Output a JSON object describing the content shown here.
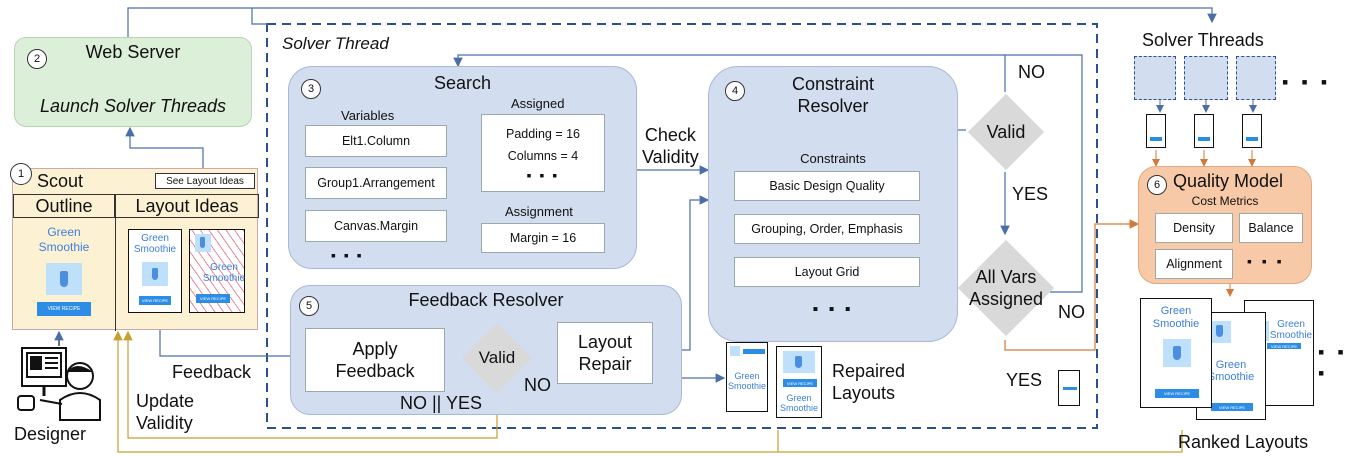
{
  "solver_thread": {
    "title": "Solver Thread"
  },
  "web_server": {
    "num": "2",
    "title": "Web Server",
    "subtitle": "Launch Solver Threads"
  },
  "scout": {
    "num": "1",
    "title": "Scout",
    "see_button": "See Layout Ideas",
    "outline_tab": "Outline",
    "ideas_tab": "Layout Ideas"
  },
  "smoothie": {
    "line1": "Green",
    "line2": "Smoothie",
    "button": "VIEW RECIPE"
  },
  "designer": {
    "label": "Designer"
  },
  "search": {
    "num": "3",
    "title": "Search",
    "variables_label": "Variables",
    "variables": [
      "Elt1.Column",
      "Group1.Arrangement",
      "Canvas.Margin"
    ],
    "assigned_label": "Assigned",
    "assigned": [
      "Padding = 16",
      "Columns = 4"
    ],
    "assignment_label": "Assignment",
    "assignment": "Margin = 16",
    "ellipsis": "▪ ▪ ▪"
  },
  "check_validity": {
    "line1": "Check",
    "line2": "Validity"
  },
  "constraint_resolver": {
    "num": "4",
    "title_line1": "Constraint",
    "title_line2": "Resolver",
    "constraints_label": "Constraints",
    "constraints": [
      "Basic Design Quality",
      "Grouping, Order, Emphasis",
      "Layout Grid"
    ],
    "ellipsis": "▪ ▪ ▪"
  },
  "valid_diamond": "Valid",
  "allvars_diamond": {
    "line1": "All Vars",
    "line2": "Assigned"
  },
  "labels": {
    "no_top": "NO",
    "yes_mid": "YES",
    "no_right": "NO",
    "yes_bottom": "YES",
    "feedback": "Feedback",
    "update_line1": "Update",
    "update_line2": "Validity",
    "no_or_yes": "NO || YES",
    "no_fb": "NO",
    "repaired_line1": "Repaired",
    "repaired_line2": "Layouts",
    "ranked": "Ranked Layouts",
    "solver_threads": "Solver Threads",
    "dots": "▪ ▪ ▪"
  },
  "feedback_resolver": {
    "num": "5",
    "title": "Feedback Resolver",
    "apply_line1": "Apply",
    "apply_line2": "Feedback",
    "valid": "Valid",
    "repair_line1": "Layout",
    "repair_line2": "Repair"
  },
  "quality_model": {
    "num": "6",
    "title": "Quality Model",
    "subtitle": "Cost Metrics",
    "metrics": [
      "Density",
      "Balance",
      "Alignment"
    ],
    "ellipsis": "▪ ▪ ▪"
  },
  "colors": {
    "dashed_blue": "#2c4f8f",
    "arrow_blue": "#4a6ea8",
    "arrow_orange": "#d07a3a",
    "arrow_gold": "#c8a030"
  }
}
